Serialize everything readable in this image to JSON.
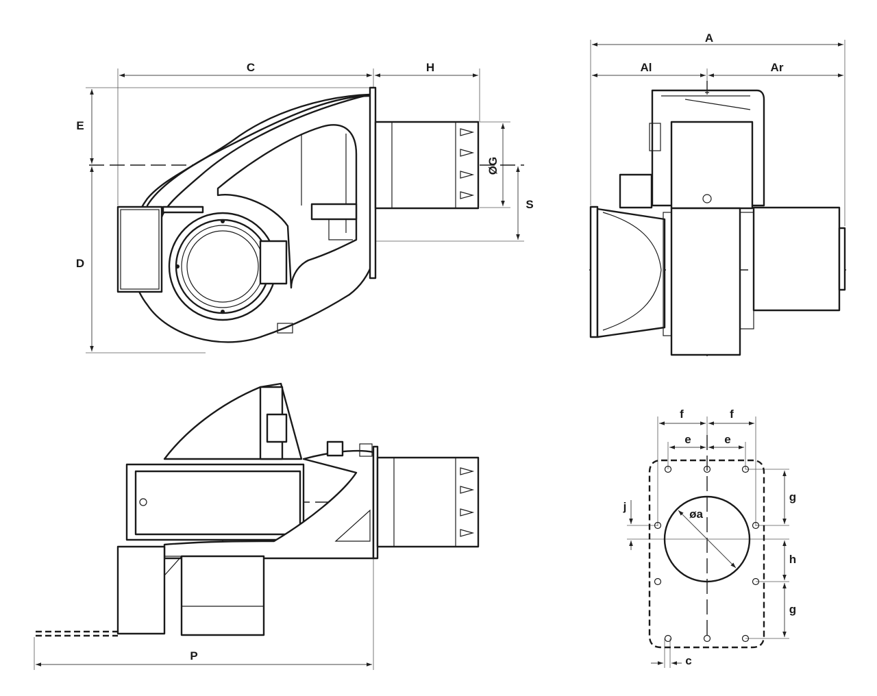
{
  "labels": {
    "A": "A",
    "Al": "Al",
    "Ar": "Ar",
    "C": "C",
    "H": "H",
    "E": "E",
    "D": "D",
    "G": "ØG",
    "S": "S",
    "P": "P",
    "f": "f",
    "e": "e",
    "g": "g",
    "h": "h",
    "j": "j",
    "a": "øa",
    "c": "c"
  }
}
